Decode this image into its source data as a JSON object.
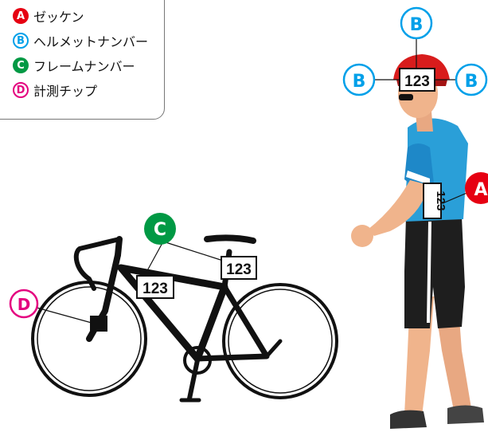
{
  "legend": {
    "items": [
      {
        "letter": "A",
        "label": "ゼッケン",
        "color": "#e60012",
        "style": "filled"
      },
      {
        "letter": "B",
        "label": "ヘルメットナンバー",
        "color": "#00a0e9",
        "style": "outline"
      },
      {
        "letter": "C",
        "label": "フレームナンバー",
        "color": "#009944",
        "style": "filled"
      },
      {
        "letter": "D",
        "label": "計測チップ",
        "color": "#e4007f",
        "style": "outline"
      }
    ]
  },
  "callouts": {
    "helmet_top": "B",
    "helmet_left": "B",
    "helmet_right": "B",
    "bib": "A",
    "frame": "C",
    "chip": "D"
  },
  "plates": {
    "helmet_number": "123",
    "bib_number": "123",
    "frame_top_number": "123",
    "frame_tube_number": "123"
  },
  "colors": {
    "jersey": "#2a9fd8",
    "helmet": "#d81c1c",
    "skin": "#f0b48c",
    "shorts": "#1e1e1e",
    "bike": "#111111"
  }
}
